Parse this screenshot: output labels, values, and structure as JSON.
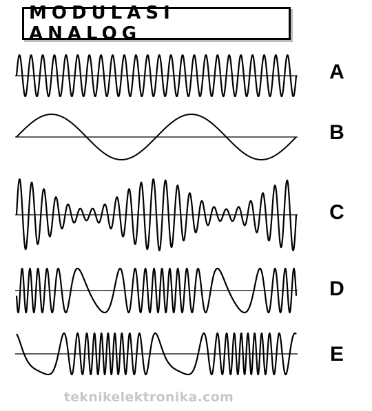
{
  "title": "MODULASI ANALOG",
  "watermark": "teknikelektronika.com",
  "rows": [
    {
      "label": "A",
      "kind": "carrier"
    },
    {
      "label": "B",
      "kind": "message"
    },
    {
      "label": "C",
      "kind": "amplitude-modulation"
    },
    {
      "label": "D",
      "kind": "frequency-modulation"
    },
    {
      "label": "E",
      "kind": "phase-modulation"
    }
  ],
  "colors": {
    "stroke": "#000000",
    "axis": "#000000",
    "watermark": "#c8c8c8"
  }
}
